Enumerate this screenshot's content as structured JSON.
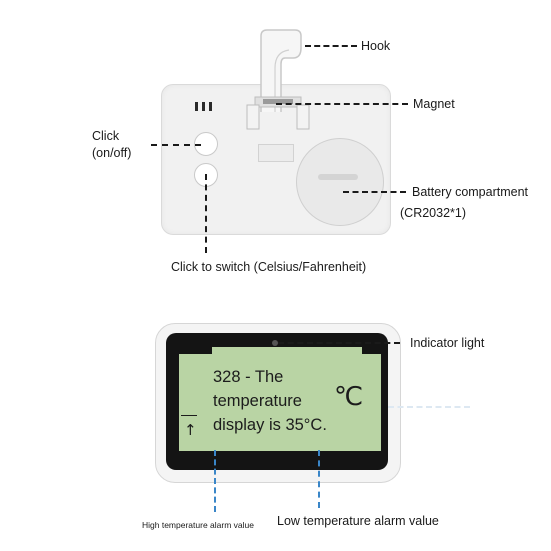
{
  "labels": {
    "hook": "Hook",
    "magnet": "Magnet",
    "click": "Click",
    "on_off": "(on/off)",
    "battery": "Battery compartment",
    "battery_type": "(CR2032*1)",
    "switch": "Click to switch (Celsius/Fahrenheit)",
    "indicator": "Indicator light",
    "high_alarm": "High temperature alarm value",
    "low_alarm": "Low temperature alarm value"
  },
  "display": {
    "caption": "328 - The temperature display is 35°C.",
    "unit": "℃",
    "alarm_glyph": "↑"
  },
  "colors": {
    "lcd": "#b9d4a4",
    "leader_blue": "#3a86c8",
    "leader_black": "#1a1a1a"
  }
}
